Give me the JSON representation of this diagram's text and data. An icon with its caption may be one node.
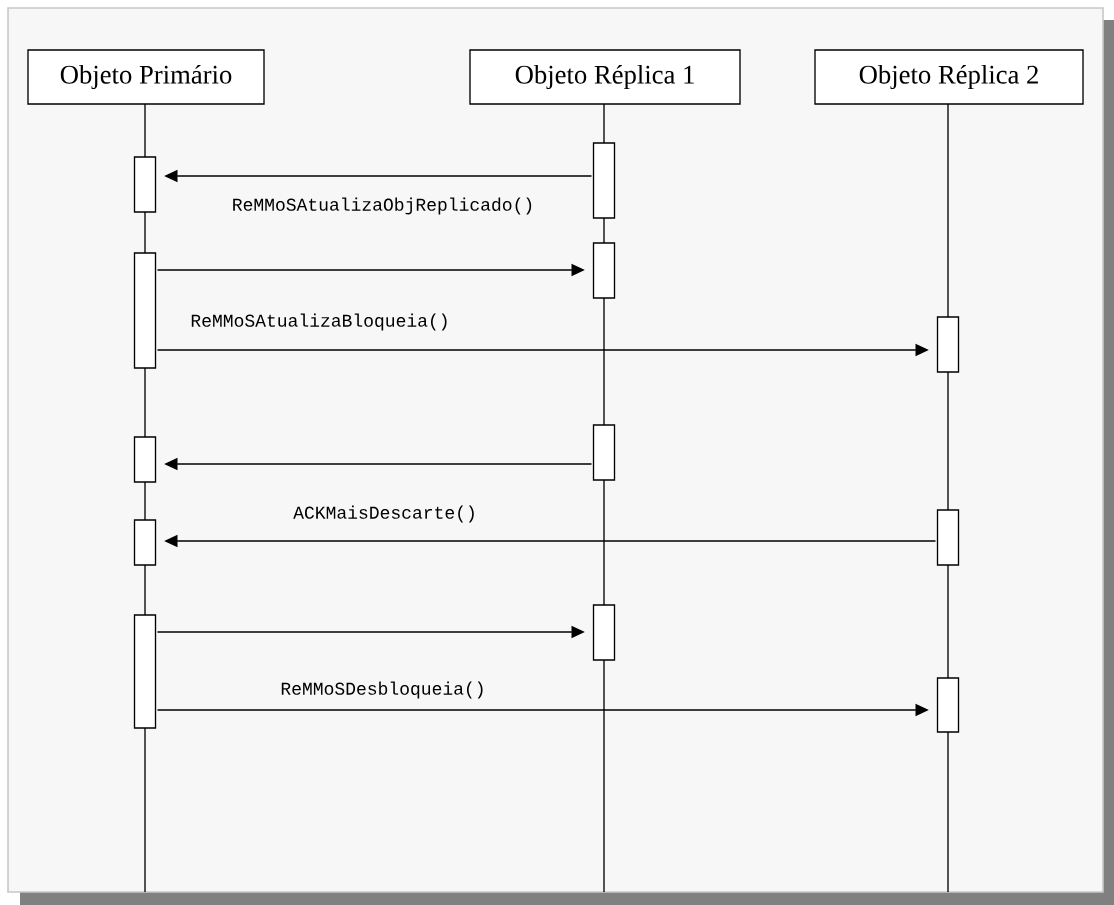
{
  "diagram": {
    "nodes": [
      {
        "text": [
          "Objeto Primário"
        ]
      },
      {
        "text": [
          "Objeto Réplica 1"
        ]
      },
      {
        "text": [
          "Objeto Réplica 2"
        ]
      },
      {
        "text": [],
        "shape": "box"
      },
      {
        "text": [],
        "shape": "box"
      },
      {
        "text": [],
        "shape": "box"
      },
      {
        "text": [],
        "shape": "box"
      },
      {
        "text": [],
        "shape": "box"
      },
      {
        "text": [],
        "shape": "box"
      },
      {
        "text": [],
        "shape": "box"
      },
      {
        "text": [],
        "shape": "box"
      },
      {
        "text": [],
        "shape": "box"
      },
      {
        "text": [],
        "shape": "box"
      },
      {
        "text": [],
        "shape": "box"
      },
      {
        "text": [],
        "shape": "box"
      }
    ],
    "edges": [
      {
        "from": 3,
        "to": 4,
        "arrow": "to",
        "label": "ReMMoSAtualizaObjReplicado()"
      },
      {
        "from": 6,
        "to": 5,
        "arrow": "to"
      },
      {
        "from": 6,
        "to": 7,
        "arrow": "to",
        "label": "ReMMoSAtualizaBloqueia()"
      },
      {
        "from": 8,
        "to": 9,
        "arrow": "to"
      },
      {
        "from": 10,
        "to": 11,
        "arrow": "to",
        "label": "ACKMaisDescarte()"
      },
      {
        "from": 13,
        "to": 12,
        "arrow": "to"
      },
      {
        "from": 13,
        "to": 14,
        "arrow": "to",
        "label": "ReMMoSDesbloqueia()"
      }
    ]
  }
}
